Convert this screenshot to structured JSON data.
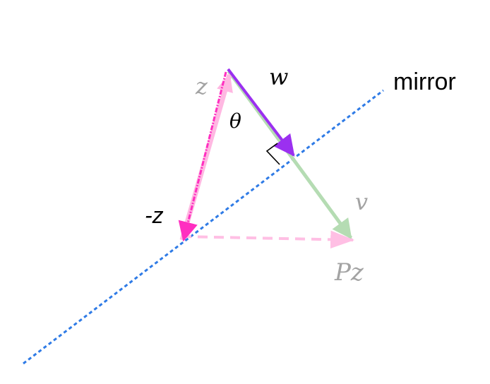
{
  "labels": {
    "mirror": "mirror",
    "w": "w",
    "z": "z",
    "neg_z": "-z",
    "theta": "θ",
    "v": "v",
    "pz": "Pz"
  },
  "colors": {
    "mirror_line": "#2f7be6",
    "w_arrow": "#9b30f0",
    "z_arrow": "#ffb8e2",
    "neg_z_arrow": "#ff2fc0",
    "v_arrow": "#b5dcb3",
    "pz_arrow": "#ffbfe4",
    "right_angle": "#000000",
    "label_dark": "#000000",
    "label_gray": "#a3a3a3"
  }
}
